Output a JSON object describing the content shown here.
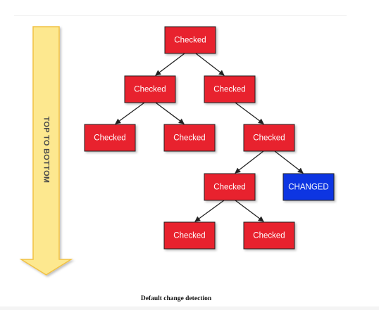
{
  "arrow": {
    "label": "TOP TO BOTTOM",
    "fill_color": "#fde88f",
    "stroke_color": "#f1c145"
  },
  "nodes": [
    {
      "id": "n1",
      "label": "Checked",
      "state": "checked"
    },
    {
      "id": "n2",
      "label": "Checked",
      "state": "checked"
    },
    {
      "id": "n3",
      "label": "Checked",
      "state": "checked"
    },
    {
      "id": "n4",
      "label": "Checked",
      "state": "checked"
    },
    {
      "id": "n5",
      "label": "Checked",
      "state": "checked"
    },
    {
      "id": "n6",
      "label": "Checked",
      "state": "checked"
    },
    {
      "id": "n7",
      "label": "Checked",
      "state": "checked"
    },
    {
      "id": "n8",
      "label": "CHANGED",
      "state": "changed"
    },
    {
      "id": "n9",
      "label": "Checked",
      "state": "checked"
    },
    {
      "id": "n10",
      "label": "Checked",
      "state": "checked"
    }
  ],
  "edges": [
    [
      "n1",
      "n2"
    ],
    [
      "n1",
      "n3"
    ],
    [
      "n2",
      "n4"
    ],
    [
      "n2",
      "n5"
    ],
    [
      "n3",
      "n6"
    ],
    [
      "n6",
      "n7"
    ],
    [
      "n6",
      "n8"
    ],
    [
      "n7",
      "n9"
    ],
    [
      "n7",
      "n10"
    ]
  ],
  "colors": {
    "checked": "#e8242f",
    "changed": "#0b34e2",
    "node_border": "#222222",
    "edge": "#222222"
  },
  "caption": "Default change detection"
}
